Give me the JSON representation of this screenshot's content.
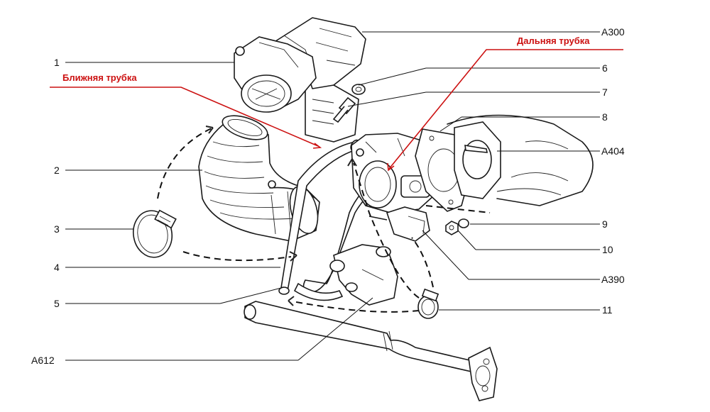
{
  "labels": {
    "l1": "1",
    "l2": "2",
    "l3": "3",
    "l4": "4",
    "l5": "5",
    "l6": "6",
    "l7": "7",
    "l8": "8",
    "l9": "9",
    "l10": "10",
    "l11": "11",
    "a300": "A300",
    "a404": "A404",
    "a390": "A390",
    "a612": "A612"
  },
  "callouts": {
    "near_tube": "Ближняя трубка",
    "far_tube": "Дальняя трубка"
  },
  "colors": {
    "callout": "#cc1111",
    "line": "#111111"
  }
}
